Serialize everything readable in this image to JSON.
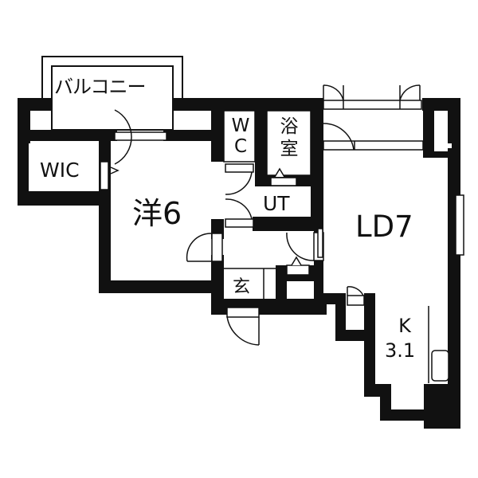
{
  "floor_plan": {
    "colors": {
      "wall": "#111111",
      "background": "#ffffff",
      "line": "#111111"
    },
    "rooms": {
      "balcony": {
        "label": "バルコニー"
      },
      "wic": {
        "label": "WIC"
      },
      "western_room": {
        "label": "洋6",
        "size_jo": 6
      },
      "wc": {
        "label_line1": "W",
        "label_line2": "C"
      },
      "bathroom": {
        "label_line1": "浴",
        "label_line2": "室"
      },
      "utility": {
        "label": "UT"
      },
      "living_dining": {
        "label": "LD7",
        "size_jo": 7
      },
      "entrance": {
        "label": "玄"
      },
      "kitchen": {
        "label": "K",
        "size": "3.1"
      }
    }
  }
}
